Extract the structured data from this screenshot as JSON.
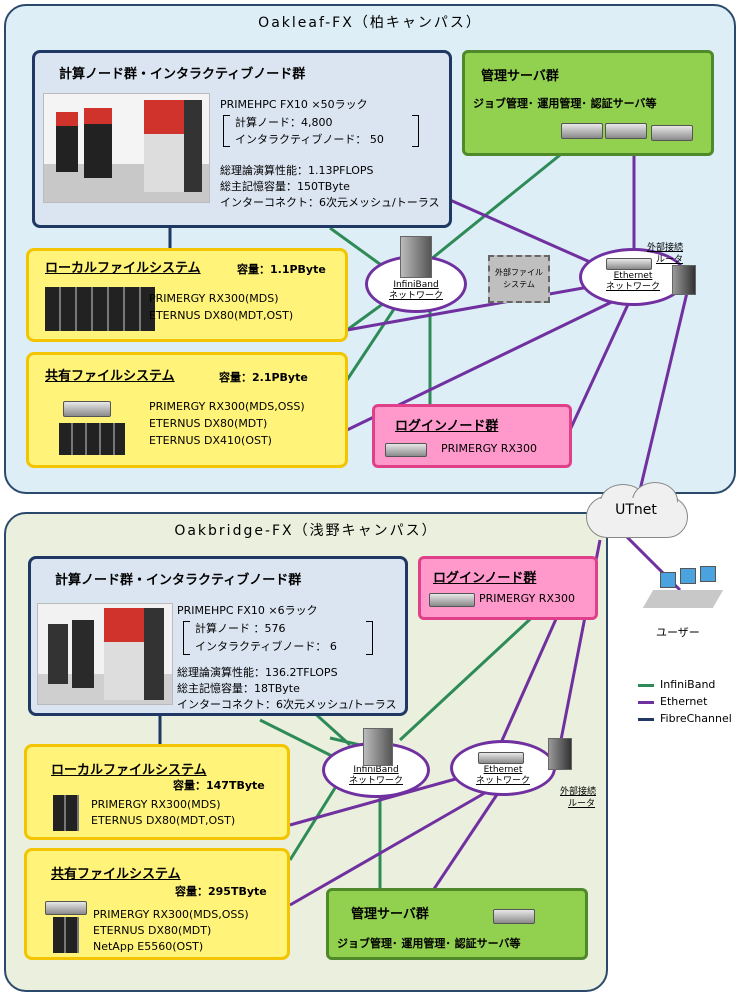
{
  "oakleaf": {
    "title": "Oakleaf-FX（柏キャンパス）",
    "compute": {
      "title": "計算ノード群・インタラクティブノード群",
      "model": "PRIMEHPC FX10 ×50ラック",
      "compute_nodes": "計算ノード：4,800",
      "interactive_nodes": "インタラクティブノード： 50",
      "perf": "総理論演算性能：1.13PFLOPS",
      "memory": "総主記憶容量：150TByte",
      "interconnect": "インターコネクト：6次元メッシュ/トーラス"
    },
    "mgmt": {
      "title": "管理サーバ群",
      "desc": "ジョブ管理･ 運用管理･ 認証サーバ等"
    },
    "local_fs": {
      "title": "ローカルファイルシステム",
      "capacity": "容量：1.1PByte",
      "line1": "PRIMERGY RX300(MDS)",
      "line2": "ETERNUS DX80(MDT,OST)"
    },
    "shared_fs": {
      "title": "共有ファイルシステム",
      "capacity": "容量：2.1PByte",
      "line1": "PRIMERGY RX300(MDS,OSS)",
      "line2": "ETERNUS DX80(MDT)",
      "line3": "ETERNUS DX410(OST)"
    },
    "login": {
      "title": "ログインノード群",
      "desc": "PRIMERGY RX300"
    },
    "infiniband": "InfiniBand\nネットワーク",
    "ib_l1": "InfiniBand",
    "ib_l2": "ネットワーク",
    "eth_l1": "Ethernet",
    "eth_l2": "ネットワーク",
    "external_fs_l1": "外部ファイル",
    "external_fs_l2": "システム",
    "router_l1": "外部接続",
    "router_l2": "ルータ"
  },
  "utnet": "UTnet",
  "user": "ユーザー",
  "legend": [
    {
      "label": "InfiniBand",
      "color": "#2e8b57"
    },
    {
      "label": "Ethernet",
      "color": "#7030a0"
    },
    {
      "label": "FibreChannel",
      "color": "#1f3864"
    }
  ],
  "oakbridge": {
    "title": "Oakbridge-FX（浅野キャンパス）",
    "compute": {
      "title": "計算ノード群・インタラクティブノード群",
      "model": "PRIMEHPC FX10 ×6ラック",
      "compute_nodes": "計算ノード ：576",
      "interactive_nodes": "インタラクティブノード： 6",
      "perf": "総理論演算性能：136.2TFLOPS",
      "memory": "総主記憶容量：18TByte",
      "interconnect": "インターコネクト：6次元メッシュ/トーラス"
    },
    "login": {
      "title": "ログインノード群",
      "desc": "PRIMERGY RX300"
    },
    "local_fs": {
      "title": "ローカルファイルシステム",
      "capacity": "容量：147TByte",
      "line1": "PRIMERGY RX300(MDS)",
      "line2": "ETERNUS DX80(MDT,OST)"
    },
    "shared_fs": {
      "title": "共有ファイルシステム",
      "capacity": "容量：295TByte",
      "line1": "PRIMERGY RX300(MDS,OSS)",
      "line2": "ETERNUS DX80(MDT)",
      "line3": "NetApp E5560(OST)"
    },
    "mgmt": {
      "title": "管理サーバ群",
      "desc": "ジョブ管理･ 運用管理･ 認証サーバ等"
    },
    "ib_l1": "InfiniBand",
    "ib_l2": "ネットワーク",
    "eth_l1": "Ethernet",
    "eth_l2": "ネットワーク",
    "router_l1": "外部接続",
    "router_l2": "ルータ"
  }
}
